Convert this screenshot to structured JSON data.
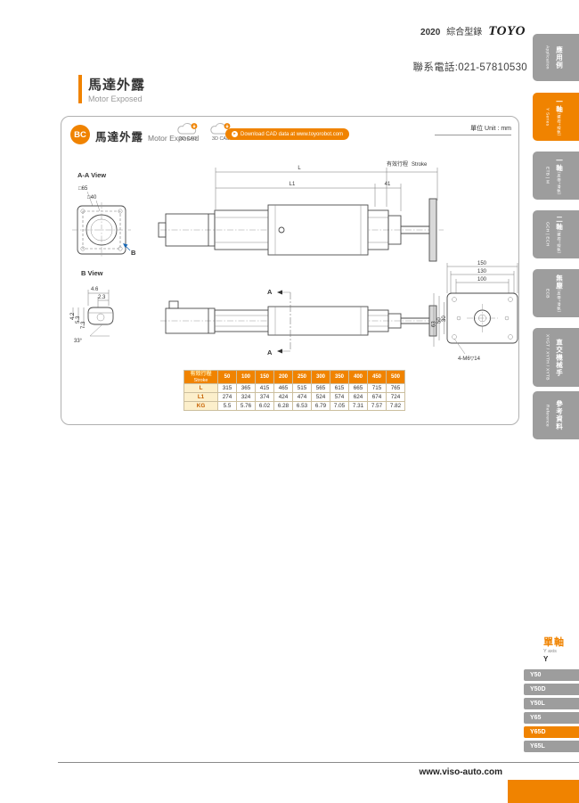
{
  "page": {
    "year": "2020",
    "catalog": "綜合型錄",
    "brand": "TOYO",
    "phone": "聯系電話:021-57810530",
    "website": "www.viso-auto.com"
  },
  "header": {
    "title_zh": "馬達外露",
    "title_en": "Motor Exposed"
  },
  "content": {
    "badge": "BC",
    "title_zh": "馬達外露",
    "title_en": "Motor Exposed",
    "cad_2d": "2D CAD",
    "cad_3d": "3D CAD",
    "download_pill": "Download CAD data at www.toyorobot.com",
    "unit_label": "單位 Unit : mm"
  },
  "drawings": {
    "aa_view": {
      "label": "A-A View",
      "dim_outer": "□65",
      "dim_inner": "□40",
      "b_ref": "B"
    },
    "b_view": {
      "label": "B View",
      "d1": "4.6",
      "d2": "2.3",
      "d3": "4.2",
      "d4": "5.3",
      "d5": "7.3",
      "angle": "33°"
    },
    "plan": {
      "dim_l": "L",
      "dim_l1": "L1",
      "dim_41": "41",
      "stroke_zh": "有效行程",
      "stroke_en": "Stroke"
    },
    "side": {
      "section": "A"
    },
    "end": {
      "d150": "150",
      "d130": "130",
      "d100": "100",
      "d63": "63",
      "d50": "50",
      "d30": "30",
      "note": "4-M6▽14"
    }
  },
  "table": {
    "header_zh": "有效行程",
    "header_en": "Stroke",
    "columns": [
      "50",
      "100",
      "150",
      "200",
      "250",
      "300",
      "350",
      "400",
      "450",
      "500"
    ],
    "rows": [
      {
        "label": "L",
        "values": [
          "315",
          "365",
          "415",
          "465",
          "515",
          "565",
          "615",
          "665",
          "715",
          "765"
        ]
      },
      {
        "label": "L1",
        "values": [
          "274",
          "324",
          "374",
          "424",
          "474",
          "524",
          "574",
          "624",
          "674",
          "724"
        ]
      },
      {
        "label": "KG",
        "values": [
          "5.5",
          "5.76",
          "6.02",
          "6.28",
          "6.53",
          "6.79",
          "7.05",
          "7.31",
          "7.57",
          "7.82"
        ]
      }
    ]
  },
  "sidebar": {
    "items": [
      {
        "zh": "應用例",
        "sub": "",
        "en": "Application",
        "active": false
      },
      {
        "zh": "一軸",
        "sub": "(螺桿+線軌)",
        "en": "Y Series",
        "active": true
      },
      {
        "zh": "一軸",
        "sub": "(皮帶+滑軌)",
        "en": "ETB | M",
        "active": false
      },
      {
        "zh": "二軸",
        "sub": "(螺桿+線軌)",
        "en": "GCH | ECH",
        "active": false
      },
      {
        "zh": "無塵",
        "sub": "(皮帶+滑軌)",
        "en": "ECB",
        "active": false
      },
      {
        "zh": "直交機械手",
        "sub": "",
        "en": "XYGT / XYTH / XYTB",
        "active": false
      },
      {
        "zh": "參考資料",
        "sub": "",
        "en": "Reference",
        "active": false
      }
    ]
  },
  "axis_nav": {
    "title_zh": "單軸",
    "title_en": "Y axis",
    "title_axis": "Y",
    "items": [
      {
        "label": "Y50",
        "active": false
      },
      {
        "label": "Y50D",
        "active": false
      },
      {
        "label": "Y50L",
        "active": false
      },
      {
        "label": "Y65",
        "active": false
      },
      {
        "label": "Y65D",
        "active": true
      },
      {
        "label": "Y65L",
        "active": false
      }
    ]
  }
}
